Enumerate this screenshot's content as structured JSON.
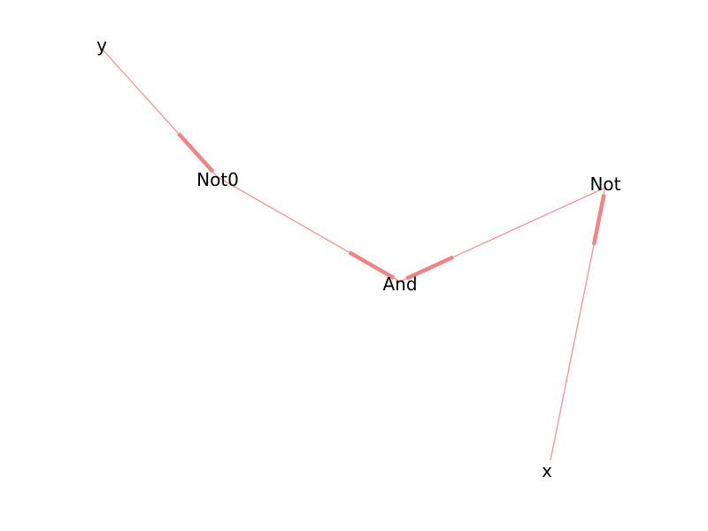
{
  "graph": {
    "nodes": [
      {
        "id": "y",
        "label": "y"
      },
      {
        "id": "Not0",
        "label": "Not0"
      },
      {
        "id": "And",
        "label": "And"
      },
      {
        "id": "Not",
        "label": "Not"
      },
      {
        "id": "x",
        "label": "x"
      }
    ],
    "edges": [
      {
        "from": "y",
        "to": "Not0"
      },
      {
        "from": "Not0",
        "to": "And"
      },
      {
        "from": "Not",
        "to": "And"
      },
      {
        "from": "x",
        "to": "Not"
      }
    ],
    "edge_color": "#f08080",
    "label_color": "#000000"
  }
}
